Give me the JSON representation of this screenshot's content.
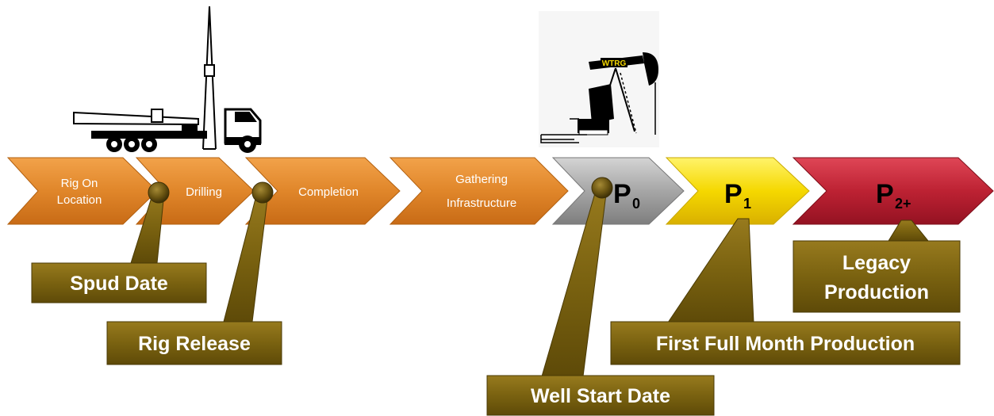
{
  "process_steps": [
    {
      "line1": "Rig On",
      "line2": "Location"
    },
    {
      "line1": "Drilling"
    },
    {
      "line1": "Completion"
    },
    {
      "line1": "Gathering",
      "line2": "Infrastructure"
    }
  ],
  "production_phases": [
    {
      "main": "P",
      "sub": "0"
    },
    {
      "main": "P",
      "sub": "1"
    },
    {
      "main": "P",
      "sub": "2+"
    }
  ],
  "callouts": {
    "spud_date": "Spud Date",
    "rig_release": "Rig Release",
    "well_start_date": "Well Start Date",
    "first_full_month": "First Full Month Production",
    "legacy_line1": "Legacy",
    "legacy_line2": "Production"
  },
  "pump_jack_label": "WTRG",
  "colors": {
    "step_orange": "#e0862a",
    "p0_gray": "#9c9c9c",
    "p1_yellow": "#f5d800",
    "p2_red": "#b81f2e",
    "callout_olive": "#7a6210",
    "marker_olive": "#6b5512"
  },
  "icons": [
    "drilling-rig-truck-icon",
    "pump-jack-icon"
  ]
}
